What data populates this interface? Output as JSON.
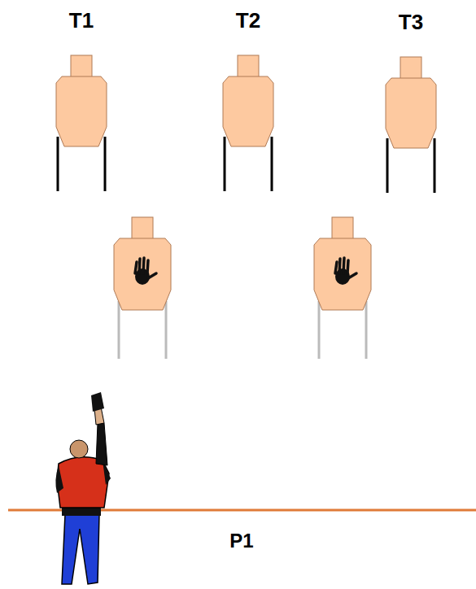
{
  "diagram": {
    "nodes": [
      {
        "text": [
          "T1"
        ]
      },
      {
        "text": [
          "T2"
        ]
      },
      {
        "text": [
          "T3"
        ]
      }
    ],
    "labels": [
      "P1"
    ]
  }
}
